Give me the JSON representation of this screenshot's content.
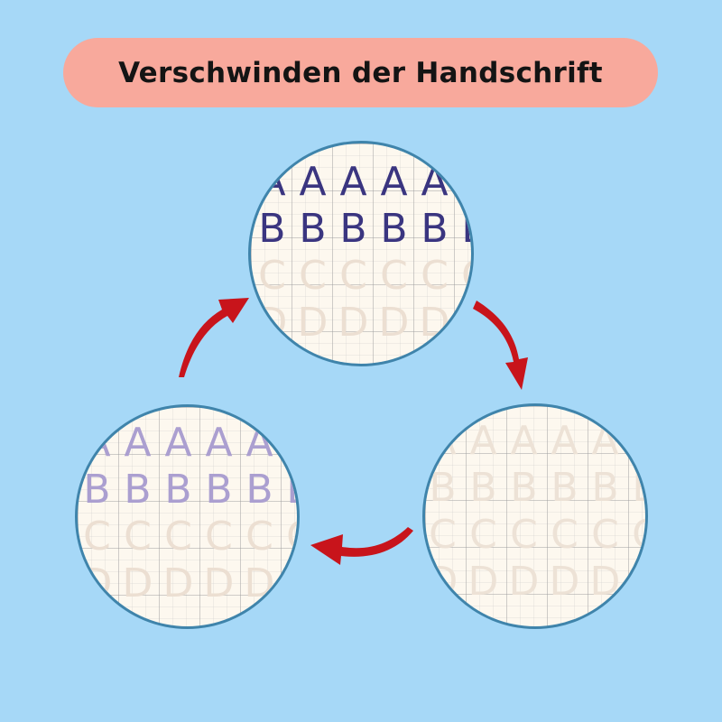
{
  "title": "Verschwinden der Handschrift",
  "colors": {
    "background": "#a6d8f7",
    "title_pill": "#f8a99c",
    "circle_border": "#3f84ab",
    "arrow": "#c8141b",
    "paper": "#fdf8ef"
  },
  "letter_rows": [
    "A",
    "B",
    "C",
    "D"
  ],
  "circles": [
    {
      "id": "top",
      "stage": "dark",
      "row_colors": [
        "#3a3580",
        "#3a3580",
        "#ecdfd2",
        "#ecdfd2"
      ]
    },
    {
      "id": "right",
      "stage": "faded",
      "row_colors": [
        "#ede2d6",
        "#ede2d6",
        "#ede2d6",
        "#ede2d6"
      ]
    },
    {
      "id": "left",
      "stage": "light",
      "row_colors": [
        "#ab9fd0",
        "#ab9fd0",
        "#ecdfd2",
        "#ecdfd2"
      ]
    }
  ]
}
